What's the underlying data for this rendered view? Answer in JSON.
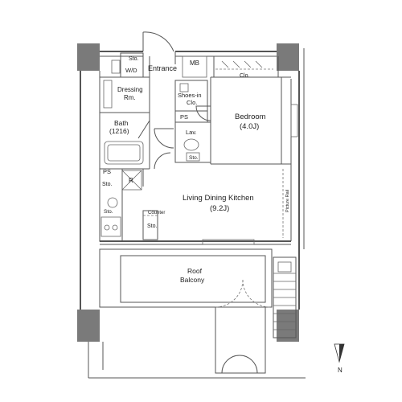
{
  "rooms": {
    "entrance": "Entrance",
    "mb": "MB",
    "storage_top": "Sto.",
    "wd": "W/D",
    "dressing_line1": "Dressing",
    "dressing_line2": "Rm.",
    "shoes_line1": "Shoes-in",
    "shoes_line2": "Clo.",
    "ps_top": "PS",
    "lav": "Lav.",
    "sto_lav": "Sto.",
    "bath_line1": "Bath",
    "bath_line2": "(1216)",
    "ps_left": "PS",
    "sto_left1": "Sto.",
    "sto_left2": "Sto.",
    "counter": "Counter",
    "sto_counter": "Sto.",
    "r_mark": "R",
    "bedroom_line1": "Bedroom",
    "bedroom_line2": "(4.0J)",
    "clo": "Clo.",
    "ldk_line1": "Living Dining Kitchen",
    "ldk_line2": "(9.2J)",
    "picture_rail": "Picture Rail",
    "balcony_line1": "Roof",
    "balcony_line2": "Balcony"
  },
  "compass": {
    "label": "N"
  }
}
